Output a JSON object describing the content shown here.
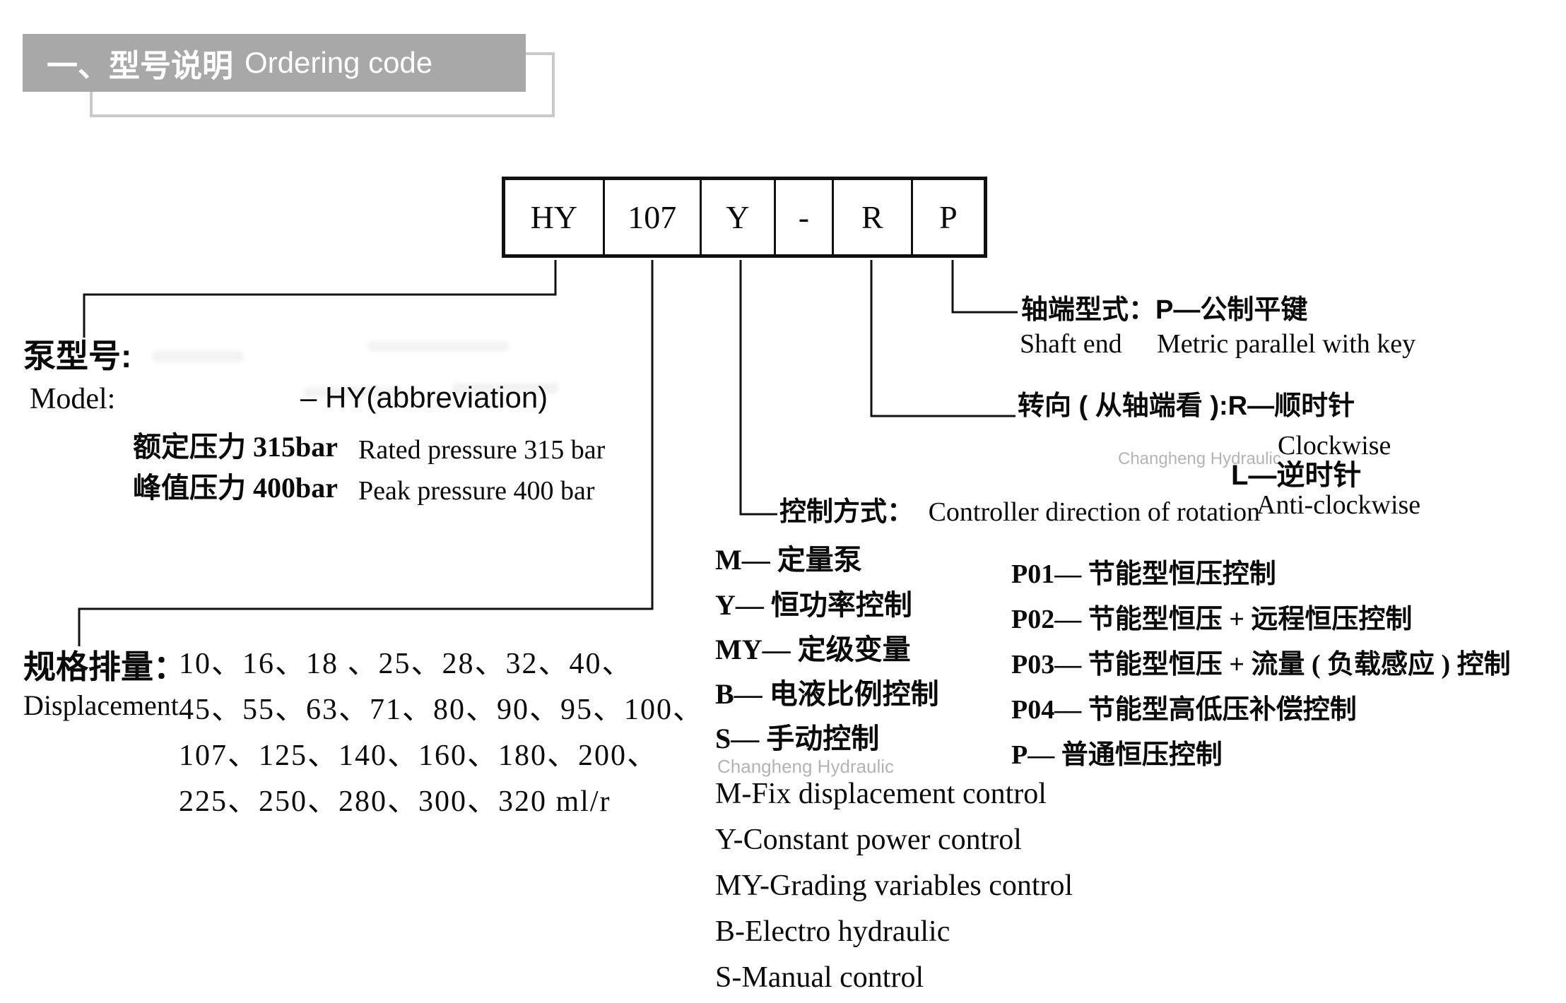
{
  "title": {
    "zh": "一、型号说明",
    "en": "Ordering code"
  },
  "code_box": {
    "cells": [
      "HY",
      "107",
      "Y",
      "-",
      "R",
      "P"
    ]
  },
  "model": {
    "zh_label": "泵型号:",
    "en_label": "Model:",
    "abbreviation": "– HY(abbreviation)",
    "rated_zh": "额定压力 315bar",
    "rated_en": "Rated pressure 315 bar",
    "peak_zh": "峰值压力 400bar",
    "peak_en": "Peak pressure 400 bar"
  },
  "shaft_end": {
    "zh": "轴端型式：P—公制平键",
    "en_label": "Shaft end",
    "en_value": "Metric parallel with key"
  },
  "rotation": {
    "zh": "转向 ( 从轴端看 ):R—顺时针",
    "clockwise": "Clockwise",
    "l_zh": "L—逆时针",
    "anticlockwise": "Anti-clockwise"
  },
  "control": {
    "zh_label": "控制方式：",
    "en_label": "Controller direction of rotation",
    "items_zh": [
      "M–– 定量泵",
      "Y–– 恒功率控制",
      "MY–– 定级变量",
      "B–– 电液比例控制",
      "S–– 手动控制"
    ],
    "items_p": [
      "P01–– 节能型恒压控制",
      "P02–– 节能型恒压 + 远程恒压控制",
      "P03–– 节能型恒压 + 流量 ( 负载感应 ) 控制",
      "P04–– 节能型高低压补偿控制",
      "P–– 普通恒压控制"
    ],
    "items_en": [
      "M-Fix displacement control",
      "Y-Constant power control",
      "MY-Grading variables control",
      "B-Electro hydraulic",
      "S-Manual control"
    ]
  },
  "displacement": {
    "zh_label": "规格排量：",
    "en_label": "Displacement",
    "lines": [
      "10、16、18 、25、28、32、40、",
      "45、55、63、71、80、90、95、100、",
      "107、125、140、160、180、200、",
      "225、250、280、300、320 ml/r"
    ]
  },
  "watermark": {
    "text": "Changheng Hydraulic"
  },
  "colors": {
    "banner_bg": "#a8a8a8",
    "banner_outline": "#c9c9c9",
    "ink": "#0a0a0a",
    "watermark": "#b3b3b3"
  }
}
